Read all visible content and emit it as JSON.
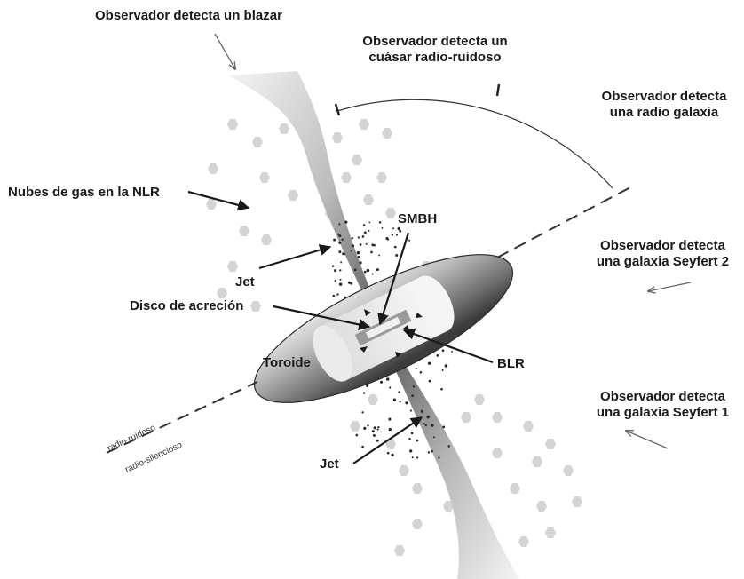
{
  "labels": {
    "blazar": "Observador detecta un blazar",
    "quasar_line1": "Observador detecta un",
    "quasar_line2": "cuásar radio-ruidoso",
    "radiogalaxy_line1": "Observador detecta",
    "radiogalaxy_line2": "una radio galaxia",
    "seyfert2_line1": "Observador detecta",
    "seyfert2_line2": "una galaxia Seyfert 2",
    "seyfert1_line1": "Observador detecta",
    "seyfert1_line2": "una galaxia Seyfert 1",
    "nlr": "Nubes de gas en la NLR",
    "smbh": "SMBH",
    "jet_top": "Jet",
    "jet_bottom": "Jet",
    "disk": "Disco de acreción",
    "torus": "Toroide",
    "blr": "BLR",
    "radio_loud": "radio-ruidoso",
    "radio_quiet": "radio-silencioso"
  },
  "colors": {
    "ink": "#1a1a1a",
    "torus_light": "#f0f0f0",
    "torus_dark": "#4a4a4a",
    "cloud": "#d4d4d4"
  }
}
